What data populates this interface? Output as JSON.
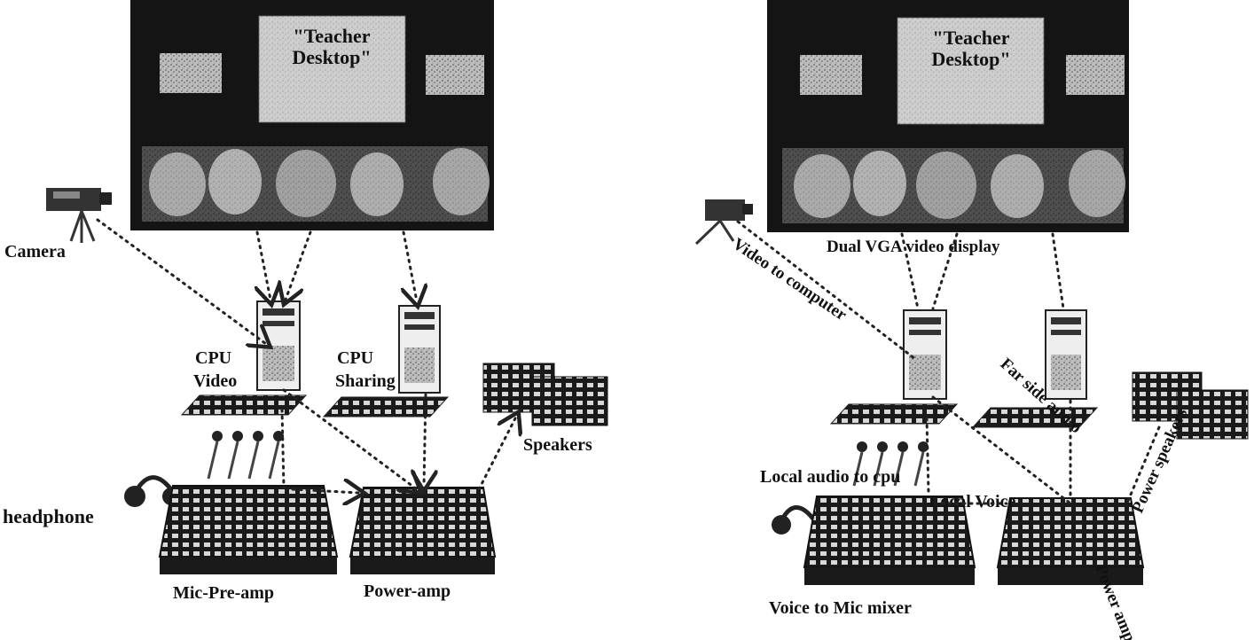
{
  "left": {
    "screen_title": "\"Teacher Desktop\"",
    "labels": {
      "camera": "Camera",
      "cpu_video_1": "CPU",
      "cpu_video_2": "Video",
      "cpu_sharing_1": "CPU",
      "cpu_sharing_2": "Sharing",
      "speakers": "Speakers",
      "headphone": "headphone",
      "mic_preamp": "Mic-Pre-amp",
      "power_amp": "Power-amp"
    }
  },
  "right": {
    "screen_title": "\"Teacher Desktop\"",
    "labels": {
      "video_display": "Dual VGA video display",
      "video_to_computer": "Video to computer",
      "far_side_audio": "Far side audio",
      "power_speakers": "Power speakers",
      "local_audio": "Local audio to cpu",
      "local_voice": "Local Voice",
      "voice_mixer": "Voice to Mic mixer",
      "power_amp": "Power amp"
    }
  }
}
